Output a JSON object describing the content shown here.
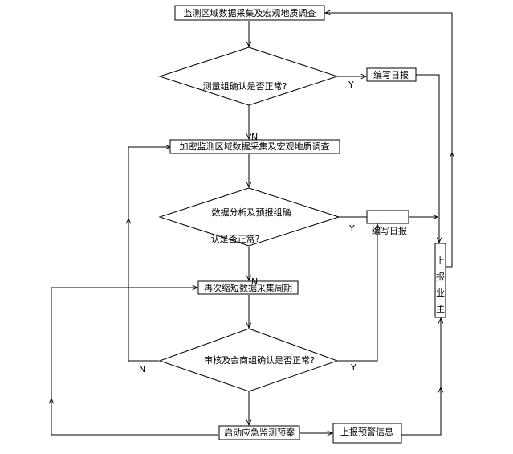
{
  "flowchart": {
    "step1": "监测区域数据采集及宏观地质调查",
    "decision1": "测量组确认是否正常?",
    "daily_report_1": "编写日报",
    "step2": "加密监测区域数据采集及宏观地质调查",
    "decision2_line1": "数据分析及预报组确",
    "decision2_line2": "认是否正常?",
    "daily_report_2": "编写日报",
    "report_owner": [
      "上",
      "报",
      "业",
      "主"
    ],
    "step3": "再次缩短数据采集周期",
    "decision3": "审核及会商组确认是否正常?",
    "emergency_plan": "启动应急监测预案",
    "warning_report": "上报预警信息",
    "label_y": "Y",
    "label_n": "N"
  }
}
